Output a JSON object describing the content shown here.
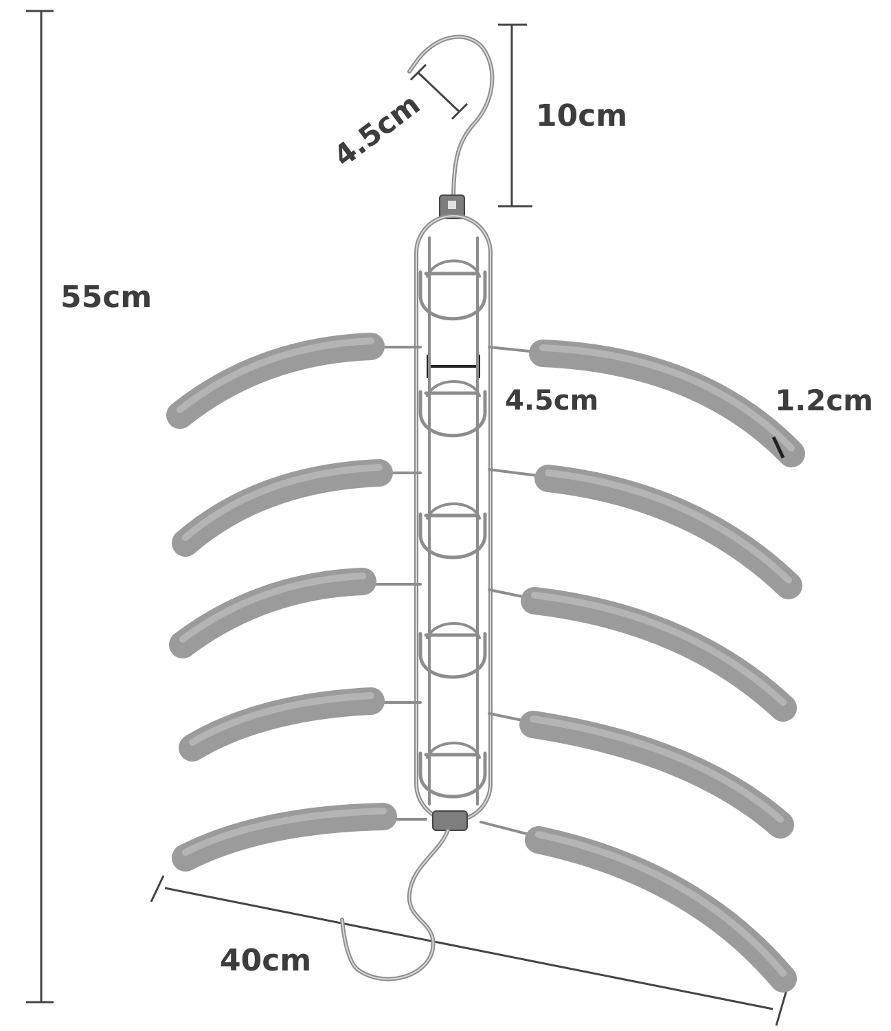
{
  "dimensions": {
    "total_height": "55cm",
    "total_width": "40cm",
    "hook_height": "10cm",
    "hook_opening": "4.5cm",
    "slot_spacing": "4.5cm",
    "foam_thickness": "1.2cm"
  },
  "colors": {
    "foam": "#9b9b9b",
    "wire": "#8d8d8d",
    "dimension_line": "#444444",
    "label": "#3d3d3d"
  }
}
